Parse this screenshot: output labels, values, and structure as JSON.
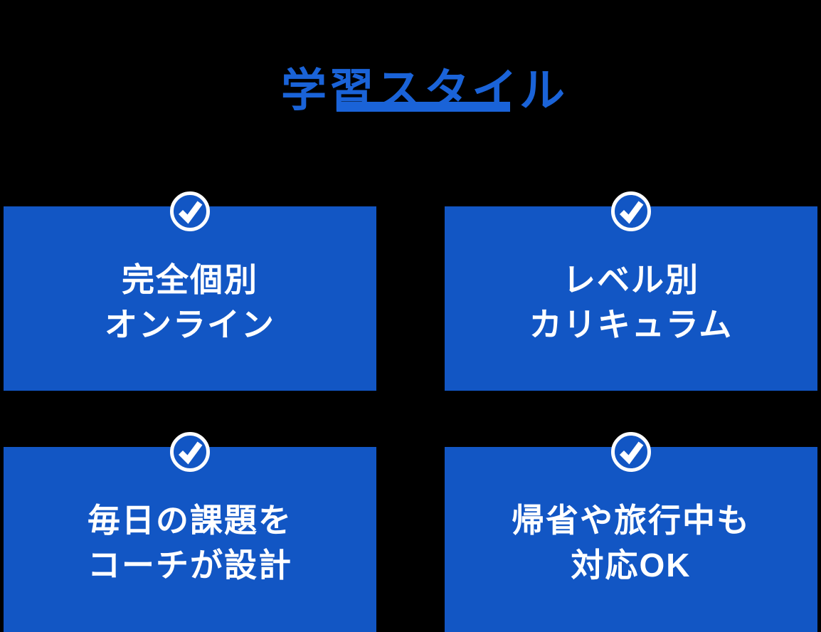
{
  "page": {
    "background": "#000000",
    "accent_blue": "#1A63D8",
    "card_blue": "#1256C4",
    "check_color": "#FFFFFF"
  },
  "header": {
    "title": "学習スタイル"
  },
  "cards": [
    {
      "line1": "完全個別",
      "line2": "オンライン",
      "icon": "check-circle-icon"
    },
    {
      "line1": "レベル別",
      "line2": "カリキュラム",
      "icon": "check-circle-icon"
    },
    {
      "line1": "毎日の課題を",
      "line2": "コーチが設計",
      "icon": "check-circle-icon"
    },
    {
      "line1": "帰省や旅行中も",
      "line2": "対応OK",
      "icon": "check-circle-icon"
    }
  ]
}
